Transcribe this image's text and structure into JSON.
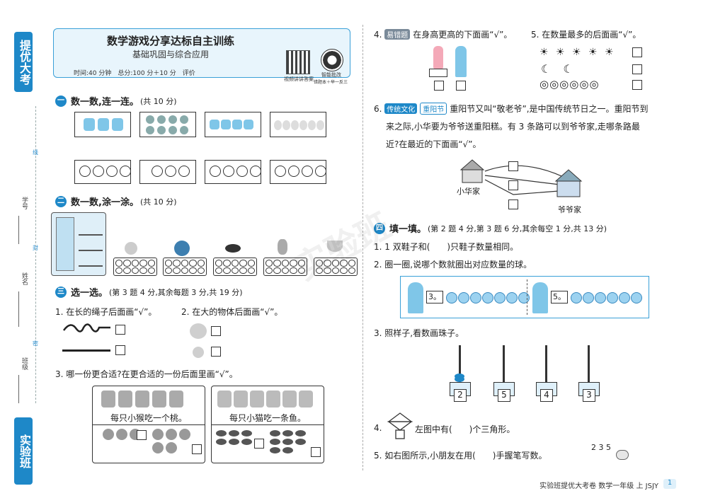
{
  "brand": {
    "top": "提优大考卷",
    "bottom": "实验班"
  },
  "strip": {
    "labels": [
      "学号",
      "姓名",
      "班级"
    ],
    "marks": [
      "线",
      "封",
      "密"
    ]
  },
  "header": {
    "title": "数学游戏分享达标自主训练",
    "subtitle": "基础巩固与综合应用",
    "info": "时间:40 分钟　总分:100 分＋10 分　评价",
    "qr_label": "视频讲讲答案",
    "smart_label": "智能批改",
    "smart_sub": "错题本＋举一反三"
  },
  "sections": {
    "s1": {
      "num": "一",
      "title": "数一数,连一连。",
      "note": "(共 10 分)"
    },
    "s2": {
      "num": "二",
      "title": "数一数,涂一涂。",
      "note": "(共 10 分)"
    },
    "s3": {
      "num": "三",
      "title": "选一选。",
      "note": "(第 3 题 4 分,其余每题 3 分,共 19 分)"
    },
    "s4": {
      "num": "四",
      "title": "填一填。",
      "note": "(第 2 题 4 分,第 3 题 6 分,其余每空 1 分,共 13 分)"
    }
  },
  "left": {
    "q3_1": "1. 在长的绳子后面画“√”。",
    "q3_2": "2. 在大的物体后面画“√”。",
    "q3_3": "3. 哪一份更合适?在更合适的一份后面里画“√”。",
    "monkey_caption": "每只小猴吃一个桃。",
    "cat_caption": "每只小猫吃一条鱼。"
  },
  "right": {
    "q4_tag": "易错题",
    "q4": "在身高更高的下面画“√”。",
    "q5": "5. 在数量最多的后面画“√”。",
    "stars": "☀ ☀ ☀ ☀ ☀",
    "moons": "☾ ☾",
    "rings": "◎◎◎◎◎◎",
    "q6_tag1": "传统文化",
    "q6_tag2": "重阳节",
    "q6_text1": "重阳节又叫“敬老爷”,是中国传统节日之一。重阳节到",
    "q6_text2": "来之际,小华要为爷爷送重阳糕。有 3 条路可以到爷爷家,走哪条路最",
    "q6_text3": "近?在最近的下面画“√”。",
    "home_label": "小华家",
    "grandpa_label": "爷爷家",
    "f1": "1. 1 双鞋子和(　　)只鞋子数量相同。",
    "f2": "2. 圈一圈,说哪个数就圈出对应数量的球。",
    "f2_num1": "3。",
    "f2_num2": "5。",
    "f3": "3. 照样子,看数画珠子。",
    "abacus": [
      "2",
      "5",
      "4",
      "3"
    ],
    "f4": "4.",
    "f4_text": "左图中有(　　)个三角形。",
    "f5": "5. 如右图所示,小朋友在用(　　)手握笔写数。",
    "f5_number": "2 3 5"
  },
  "footer": {
    "text": "实验班提优大考卷 数学一年级 上 JSJY",
    "page": "1"
  },
  "watermark": "实验班"
}
